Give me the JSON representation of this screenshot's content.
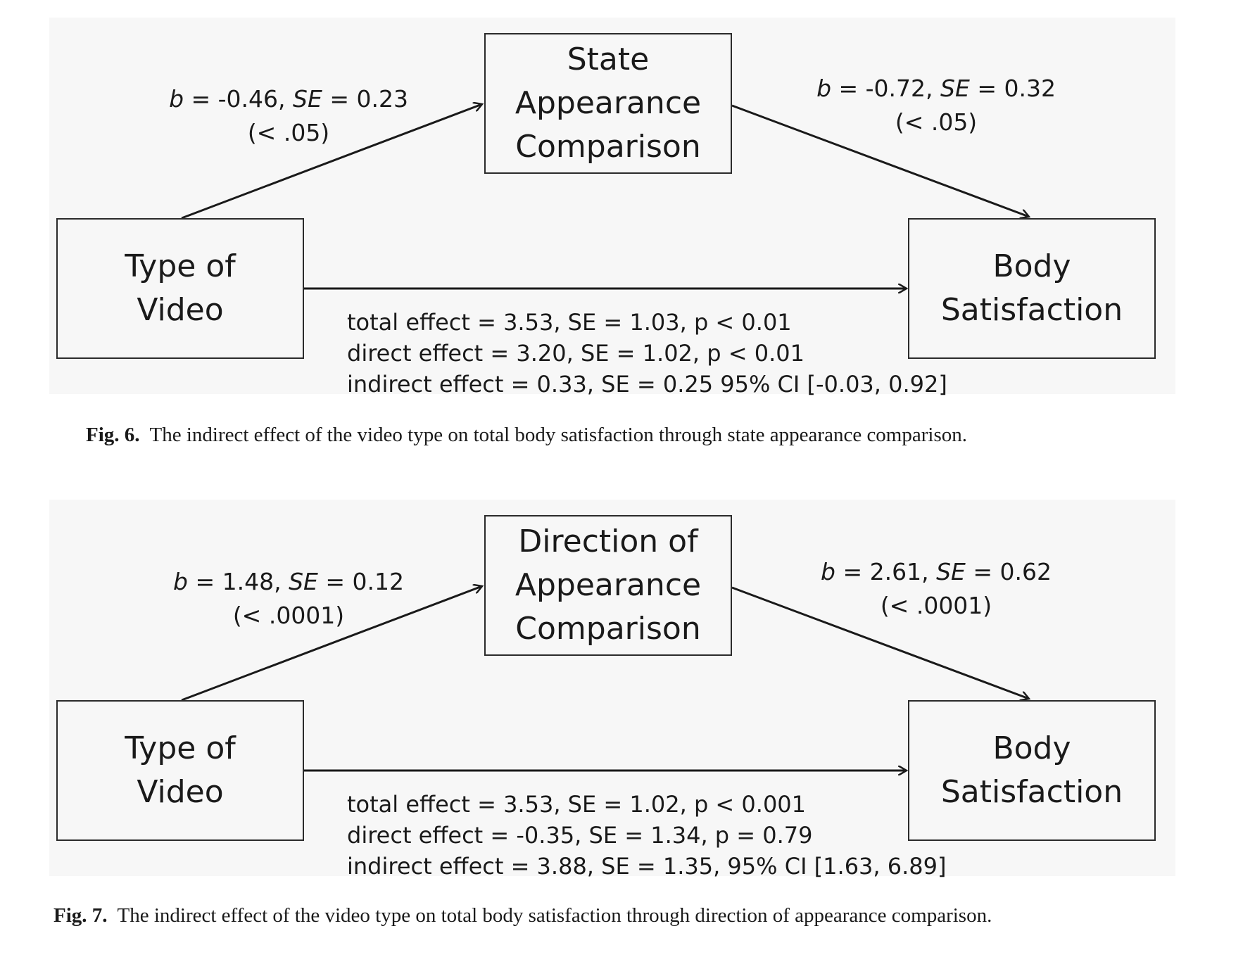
{
  "figures": [
    {
      "mediator_lines": [
        "State",
        "Appearance",
        "Comparison"
      ],
      "predictor_lines": [
        "Type of",
        "Video"
      ],
      "outcome_lines": [
        "Body",
        "Satisfaction"
      ],
      "path_a": {
        "b_label": "b",
        "b_value": " = -0.46, ",
        "se_label": "SE",
        "se_value": " = 0.23",
        "p": "(< .05)"
      },
      "path_b": {
        "b_label": "b",
        "b_value": " = -0.72, ",
        "se_label": "SE",
        "se_value": " = 0.32",
        "p": "(< .05)"
      },
      "effects": [
        "total effect =  3.53, SE = 1.03, p < 0.01",
        "direct effect = 3.20, SE = 1.02, p < 0.01",
        "indirect effect = 0.33, SE = 0.25 95% CI [-0.03, 0.92]"
      ],
      "caption_label": "Fig. 6.",
      "caption_text": "The indirect effect of the video type on total body satisfaction through state appearance comparison."
    },
    {
      "mediator_lines": [
        "Direction of",
        "Appearance",
        "Comparison"
      ],
      "predictor_lines": [
        "Type of",
        "Video"
      ],
      "outcome_lines": [
        "Body",
        "Satisfaction"
      ],
      "path_a": {
        "b_label": "b",
        "b_value": " = 1.48, ",
        "se_label": "SE",
        "se_value": " = 0.12",
        "p": "(< .0001)"
      },
      "path_b": {
        "b_label": "b",
        "b_value": " = 2.61, ",
        "se_label": "SE",
        "se_value": " = 0.62",
        "p": "(< .0001)"
      },
      "effects": [
        "total effect =  3.53, SE = 1.02, p < 0.001",
        "direct effect = -0.35, SE = 1.34, p = 0.79",
        "indirect effect = 3.88, SE = 1.35, 95% CI [1.63, 6.89]"
      ],
      "caption_label": "Fig. 7.",
      "caption_text": "The indirect effect of the video type on total body satisfaction through direction of appearance comparison."
    }
  ],
  "colors": {
    "box_border": "#2b2b2b",
    "arrow": "#1a1a1a",
    "diagram_background": "#f7f7f7"
  }
}
